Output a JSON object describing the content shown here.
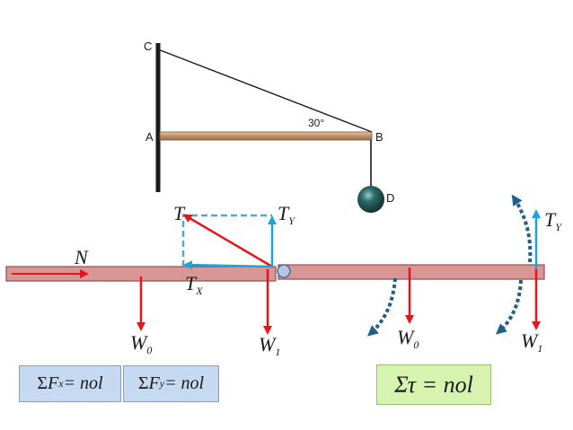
{
  "top_diagram": {
    "labels": {
      "C": "C",
      "A": "A",
      "B": "B",
      "D": "D",
      "angle": "30°"
    }
  },
  "free_body_left": {
    "labels": {
      "T": "T",
      "TY": "T",
      "TY_sub": "Y",
      "TX": "T",
      "TX_sub": "X",
      "N": "N",
      "W0": "W",
      "W0_sub": "0",
      "W1": "W",
      "W1_sub": "1"
    }
  },
  "free_body_right": {
    "labels": {
      "TY": "T",
      "TY_sub": "Y",
      "W0": "W",
      "W0_sub": "0",
      "W1": "W",
      "W1_sub": "1"
    }
  },
  "equations": {
    "sum_fx": {
      "sigma": "Σ",
      "var": "F",
      "sub": "x",
      "rest": " = nol"
    },
    "sum_fy": {
      "sigma": "Σ",
      "var": "F",
      "sub": "y",
      "rest": " = nol"
    },
    "sum_tau": {
      "text": "Στ = nol"
    }
  },
  "colors": {
    "beam_fill": "#d99694",
    "beam_stroke": "#8c4f4d",
    "arrow_red": "#e8141b",
    "arrow_blue": "#1ea3d8",
    "dashed_blue": "#5aa6c9",
    "torque_arc": "#1f5f8a",
    "wooden_rod": "#c8a27a",
    "eq_blue_bg": "#c5d9f1",
    "eq_green_bg": "#d7f3b0"
  }
}
